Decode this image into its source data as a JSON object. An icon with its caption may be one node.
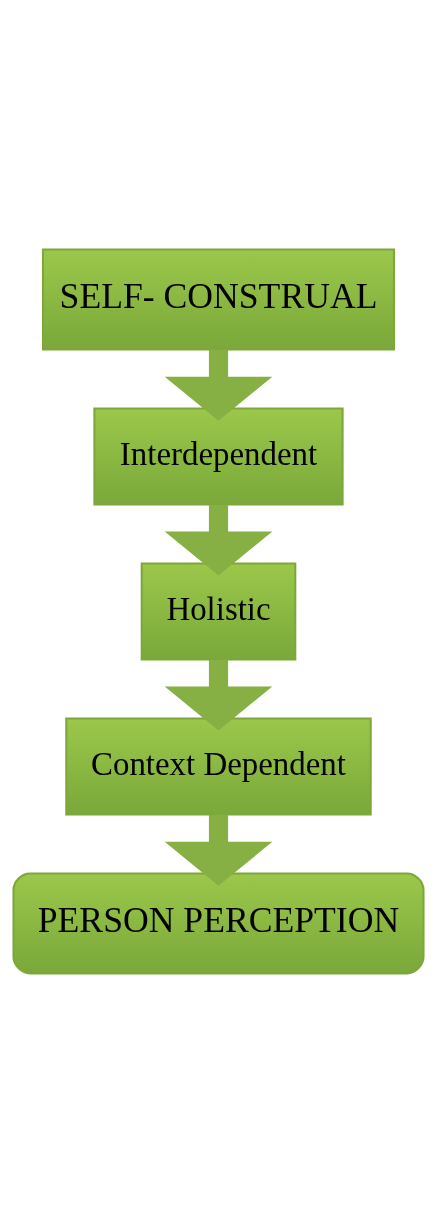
{
  "diagram": {
    "nodes": [
      {
        "text": [
          "SELF- CONSTRUAL"
        ]
      },
      {
        "text": [
          "Interdependent"
        ]
      },
      {
        "text": [
          "Holistic"
        ]
      },
      {
        "text": [
          "Context Dependent"
        ]
      },
      {
        "text": [
          "PERSON PERCEPTION"
        ]
      }
    ],
    "edges": [
      {
        "from": 0,
        "to": 1,
        "arrow": "to"
      },
      {
        "from": 1,
        "to": 2,
        "arrow": "to"
      },
      {
        "from": 2,
        "to": 3,
        "arrow": "to"
      },
      {
        "from": 3,
        "to": 4,
        "arrow": "to"
      }
    ]
  }
}
